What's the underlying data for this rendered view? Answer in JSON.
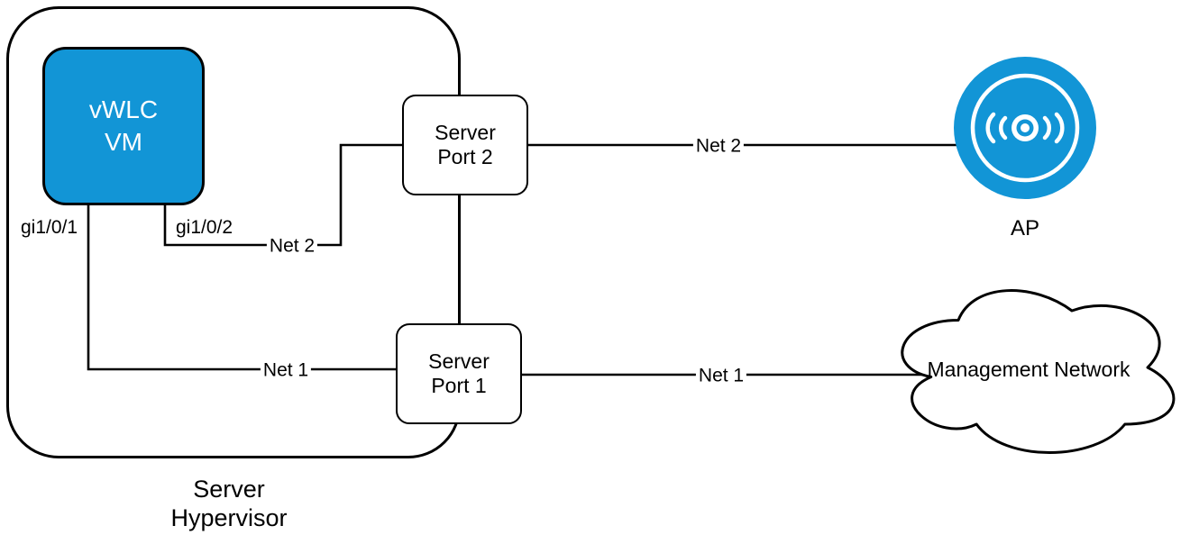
{
  "nodes": {
    "hypervisor": {
      "label": "Server\nHypervisor"
    },
    "vwlc": {
      "label": "vWLC\nVM",
      "fill": "#1295D6"
    },
    "server_port_2": {
      "label": "Server\nPort 2"
    },
    "server_port_1": {
      "label": "Server\nPort 1"
    },
    "ap": {
      "label": "AP",
      "fill": "#1295D6"
    },
    "management_network": {
      "label": "Management Network"
    }
  },
  "edge_labels": {
    "gi1_0_1": "gi1/0/1",
    "gi1_0_2": "gi1/0/2",
    "net2_inner": "Net 2",
    "net2_outer": "Net 2",
    "net1_inner": "Net 1",
    "net1_outer": "Net 1"
  },
  "colors": {
    "node_blue": "#1295D6",
    "line": "#000000",
    "background": "#ffffff"
  }
}
